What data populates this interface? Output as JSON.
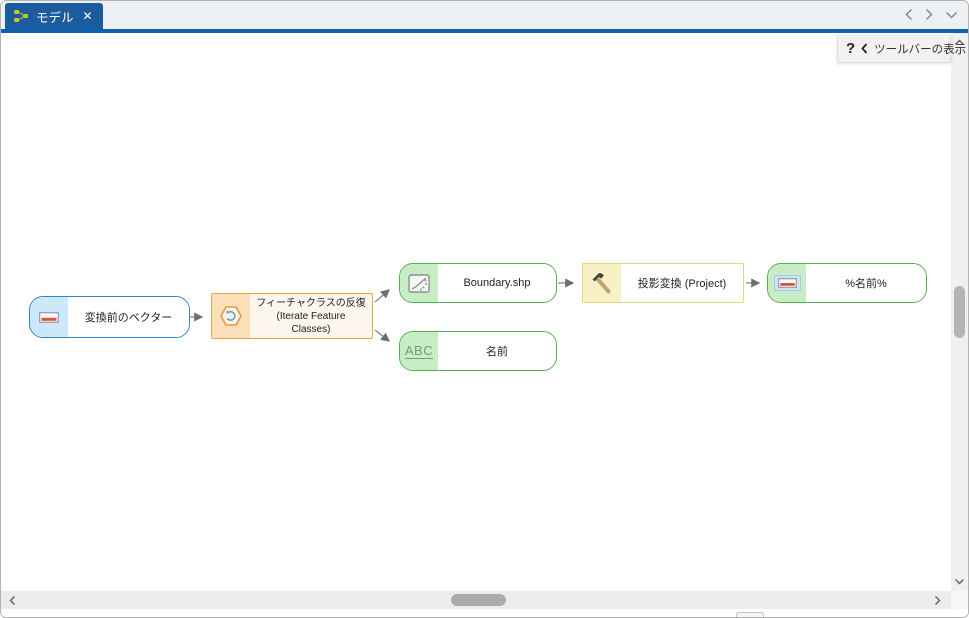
{
  "tab_bar": {
    "active_tab": {
      "label": "モデル",
      "close_glyph": "✕"
    }
  },
  "toolbar_panel": {
    "help_glyph": "?",
    "label": "ツールバーの表示"
  },
  "diagram": {
    "nodes": [
      {
        "id": "input-vector",
        "label": "変換前のベクター",
        "kind": "variable",
        "icon": "layer-variable-icon",
        "border_color": "#2e85c8",
        "fill_color": "#cce8fa"
      },
      {
        "id": "iterate-feature-classes",
        "label": "フィーチャクラスの反復 (Iterate Feature Classes)",
        "kind": "iterator",
        "icon": "iterator-hexagon-icon",
        "border_color": "#f0a04a",
        "fill_color": "#fbe0ba"
      },
      {
        "id": "boundary-shp",
        "label": "Boundary.shp",
        "kind": "derived-data",
        "icon": "feature-class-icon",
        "border_color": "#4fae50",
        "fill_color": "#c8ecc4"
      },
      {
        "id": "name-value",
        "label": "名前",
        "kind": "derived-value",
        "icon_text": "ABC",
        "border_color": "#4fae50",
        "fill_color": "#c8ecc4"
      },
      {
        "id": "project-tool",
        "label": "投影変換 (Project)",
        "kind": "tool",
        "icon": "hammer-icon",
        "border_color": "#e2d77b",
        "fill_color": "#f8f1c6"
      },
      {
        "id": "output-data",
        "label": "%名前%",
        "kind": "derived-data",
        "icon": "layer-variable-icon",
        "border_color": "#4fae50",
        "fill_color": "#c8ecc4"
      }
    ],
    "connections": [
      {
        "from": "input-vector",
        "to": "iterate-feature-classes"
      },
      {
        "from": "iterate-feature-classes",
        "to": "boundary-shp"
      },
      {
        "from": "iterate-feature-classes",
        "to": "name-value"
      },
      {
        "from": "boundary-shp",
        "to": "project-tool"
      },
      {
        "from": "project-tool",
        "to": "output-data"
      }
    ]
  },
  "colors": {
    "tab_active_bg": "#1a5c9e",
    "accent_line": "#0d62ab",
    "tabstrip_bg": "#eef1f4",
    "connector": "#8a8a8a",
    "scroll_track": "#f0f0f0",
    "scroll_thumb": "#b4b4b4"
  }
}
